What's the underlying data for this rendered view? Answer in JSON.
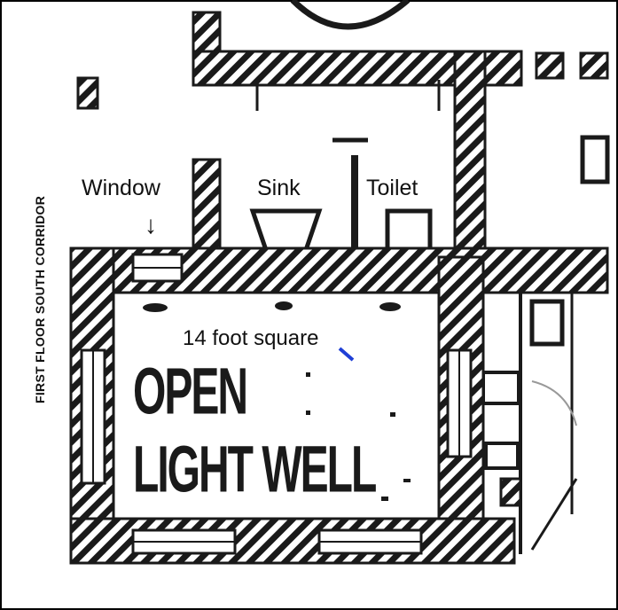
{
  "labels": {
    "window": "Window",
    "arrow": "↓",
    "sink": "Sink",
    "toilet": "Toilet",
    "dimension": "14 foot square",
    "corridor": "FIRST FLOOR SOUTH CORRIDOR",
    "plan_line1": "OPEN",
    "plan_line2": "LIGHT WELL"
  },
  "colors": {
    "ink": "#1a1a1a",
    "background": "#ffffff",
    "frame": "#000000",
    "accent_mark": "#1f3fd6"
  }
}
